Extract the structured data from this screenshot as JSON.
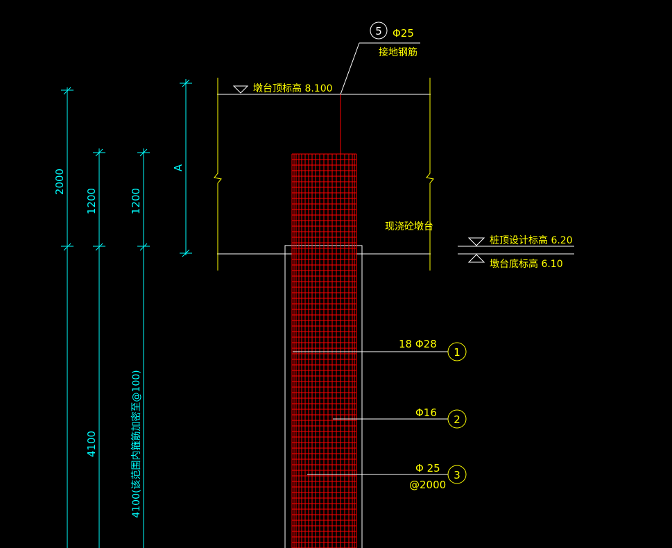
{
  "rebar_callout": {
    "number": "5",
    "spec": "Φ25",
    "name": "接地钢筋"
  },
  "elevations": {
    "cap_top": "墩台顶标高 8.100",
    "pile_top": "桩顶设计标高 6.20",
    "cap_bottom": "墩台底标高 6.10"
  },
  "cap_label": "现浇砼墩台",
  "dimensions": {
    "d1": "2000",
    "d2": "1200",
    "d3": "1200",
    "d4": "4100",
    "d5": "4100(该范围内箍筋加密至@100)",
    "a": "A"
  },
  "callouts": [
    {
      "number": "1",
      "spec": "18  Φ28",
      "sub": ""
    },
    {
      "number": "2",
      "spec": "Φ16",
      "sub": ""
    },
    {
      "number": "3",
      "spec": "Φ 25",
      "sub": "@2000"
    }
  ],
  "colors": {
    "text": "#ffff00",
    "dimension": "#00ffff",
    "rebar": "#ff0000",
    "outline": "#ffffff",
    "background": "#000000"
  }
}
